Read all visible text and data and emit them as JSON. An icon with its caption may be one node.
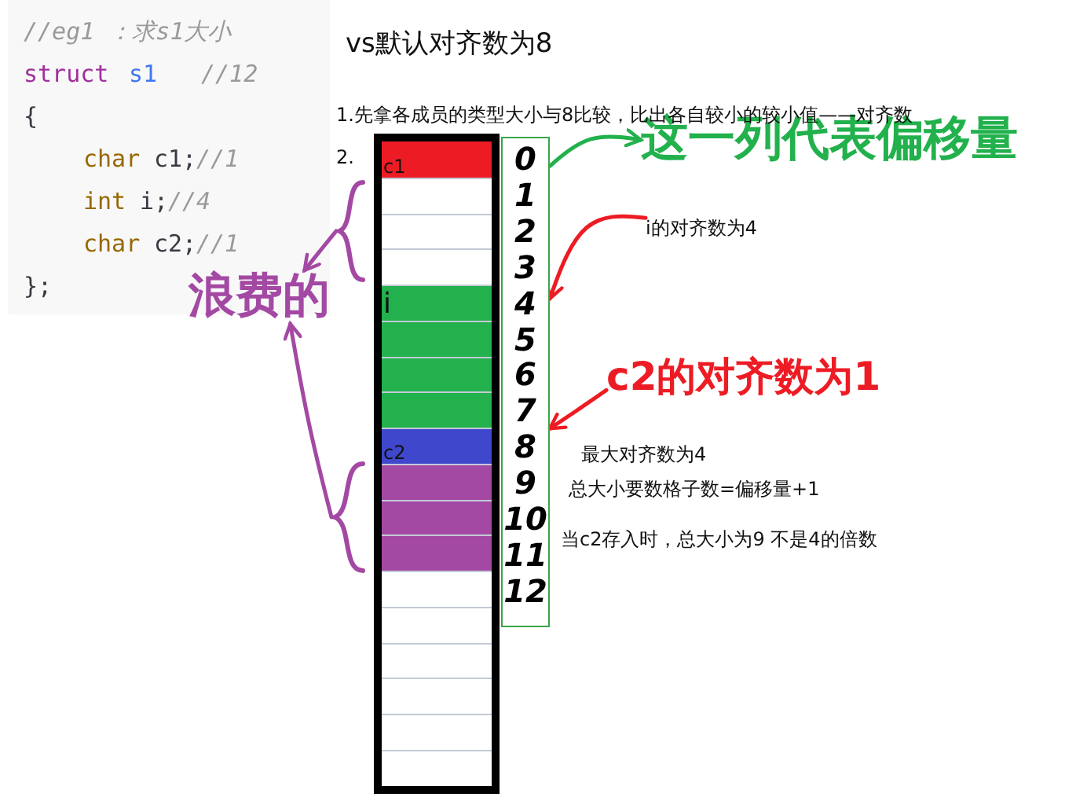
{
  "diagram": {
    "title": "vs默认对齐数为8",
    "nodes": [
      {
        "text": [],
        "shape": "box"
      },
      {
        "text": [
          "c1"
        ],
        "in": 0
      },
      {
        "text": [],
        "shape": "box",
        "in": 0
      },
      {
        "text": [],
        "shape": "box",
        "in": 0
      },
      {
        "text": [],
        "shape": "box",
        "in": 0
      },
      {
        "text": [
          "i"
        ],
        "in": 0
      },
      {
        "text": [],
        "shape": "box",
        "in": 0
      },
      {
        "text": [],
        "shape": "box",
        "in": 0
      },
      {
        "text": [],
        "shape": "box",
        "in": 0
      },
      {
        "text": [
          "c2"
        ],
        "in": 0
      },
      {
        "text": [],
        "shape": "box",
        "in": 0
      },
      {
        "text": [],
        "shape": "box",
        "in": 0
      },
      {
        "text": [],
        "shape": "box",
        "in": 0
      },
      {
        "text": [],
        "shape": "box",
        "in": 0
      },
      {
        "text": [],
        "shape": "box",
        "in": 0
      },
      {
        "text": [],
        "shape": "box",
        "in": 0
      },
      {
        "text": [],
        "shape": "box",
        "in": 0
      },
      {
        "text": [],
        "shape": "box",
        "in": 0
      },
      {
        "text": [],
        "shape": "box",
        "in": 0
      },
      {
        "text": [
          "0",
          "1",
          "2",
          "3",
          "4",
          "5",
          "6",
          "7",
          "8",
          "9",
          "10",
          "11",
          "12"
        ]
      },
      {
        "text": [
          "这一列代表偏移量"
        ]
      },
      {
        "text": [
          "i的对齐数为4"
        ]
      },
      {
        "text": [
          "c2的对齐数为1"
        ]
      },
      {
        "text": [],
        "shape": "brace"
      },
      {
        "text": [],
        "shape": "brace"
      },
      {
        "text": [
          "浪费的"
        ]
      }
    ],
    "edges": [
      {
        "from": 19,
        "to": 20,
        "arrow": "to",
        "color": "#22b14c"
      },
      {
        "from": 21,
        "to": 19,
        "arrow": "to",
        "color": "#ed1c24"
      },
      {
        "from": 22,
        "to": 19,
        "arrow": "to",
        "color": "#ed1c24"
      },
      {
        "from": 23,
        "to": 25,
        "arrow": "to",
        "color": "#a349a4"
      },
      {
        "from": 24,
        "to": 25,
        "arrow": "to",
        "color": "#a349a4"
      }
    ],
    "labels": [
      "//eg1 ：求s1大小",
      "struct",
      "s1",
      "//12",
      "{",
      "char",
      "c1;",
      "//1",
      "int",
      "i;",
      "//4",
      "char",
      "c2;",
      "//1",
      "};",
      "1.先拿各成员的类型大小与8比较，比出各自较小的较小值——对齐数",
      "2.",
      "最大对齐数为4",
      "总大小要数格子数=偏移量+1",
      "当c2存入时，总大小为9  不是4的倍数"
    ]
  }
}
